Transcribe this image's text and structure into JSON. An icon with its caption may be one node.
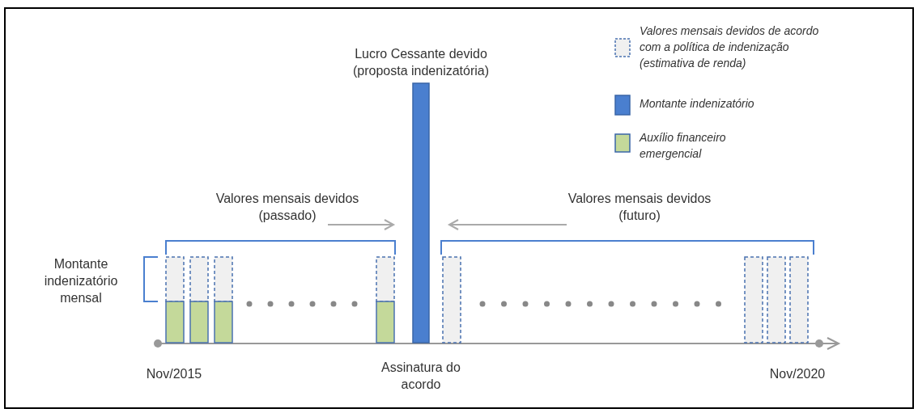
{
  "diagram": {
    "labels": [
      "Lucro Cessante devido (proposta indenizatória)",
      "Valores mensais devidos (passado)",
      "Valores mensais devidos (futuro)",
      "Montante indenizatório mensal",
      "Nov/2015",
      "Assinatura do acordo",
      "Nov/2020"
    ],
    "legend": [
      {
        "text": "Valores mensais devidos de acordo com a política de indenização (estimativa de renda)"
      },
      {
        "text": "Montante indenizatório",
        "color": "#4a7fcf"
      },
      {
        "text": "Auxílio financeiro emergencial",
        "color": "#c4d99a"
      }
    ]
  }
}
